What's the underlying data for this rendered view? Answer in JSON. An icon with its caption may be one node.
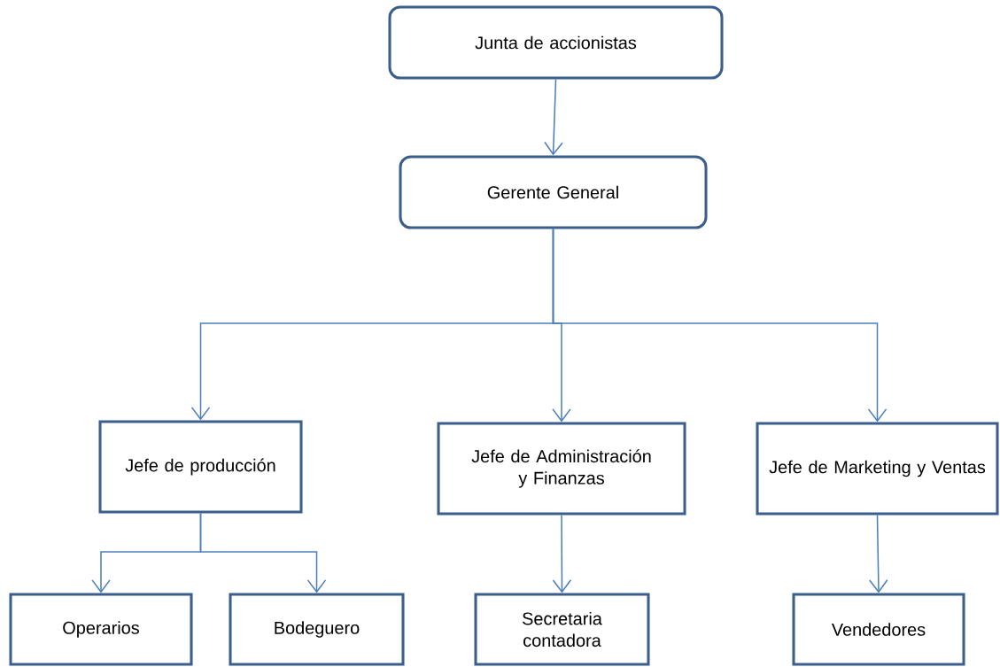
{
  "diagram": {
    "nodes": [
      {
        "text": [
          "Junta de accionistas"
        ]
      },
      {
        "text": [
          "Gerente General"
        ]
      },
      {
        "text": [
          "Jefe de producción"
        ]
      },
      {
        "text": [
          "Jefe de Administración y Finanzas"
        ]
      },
      {
        "text": [
          "Jefe de Marketing y Ventas"
        ]
      },
      {
        "text": [
          "Operarios"
        ]
      },
      {
        "text": [
          "Bodeguero"
        ]
      },
      {
        "text": [
          "Secretaria contadora"
        ]
      },
      {
        "text": [
          "Vendedores"
        ]
      }
    ],
    "edges": [
      {
        "from": 0,
        "to": 1,
        "arrow": "to"
      },
      {
        "from": 1,
        "to": 2,
        "arrow": "to"
      },
      {
        "from": 1,
        "to": 3,
        "arrow": "to"
      },
      {
        "from": 1,
        "to": 4,
        "arrow": "to"
      },
      {
        "from": 2,
        "to": 5,
        "arrow": "to"
      },
      {
        "from": 2,
        "to": 6,
        "arrow": "to"
      },
      {
        "from": 3,
        "to": 7,
        "arrow": "to"
      },
      {
        "from": 4,
        "to": 8,
        "arrow": "to"
      }
    ]
  }
}
